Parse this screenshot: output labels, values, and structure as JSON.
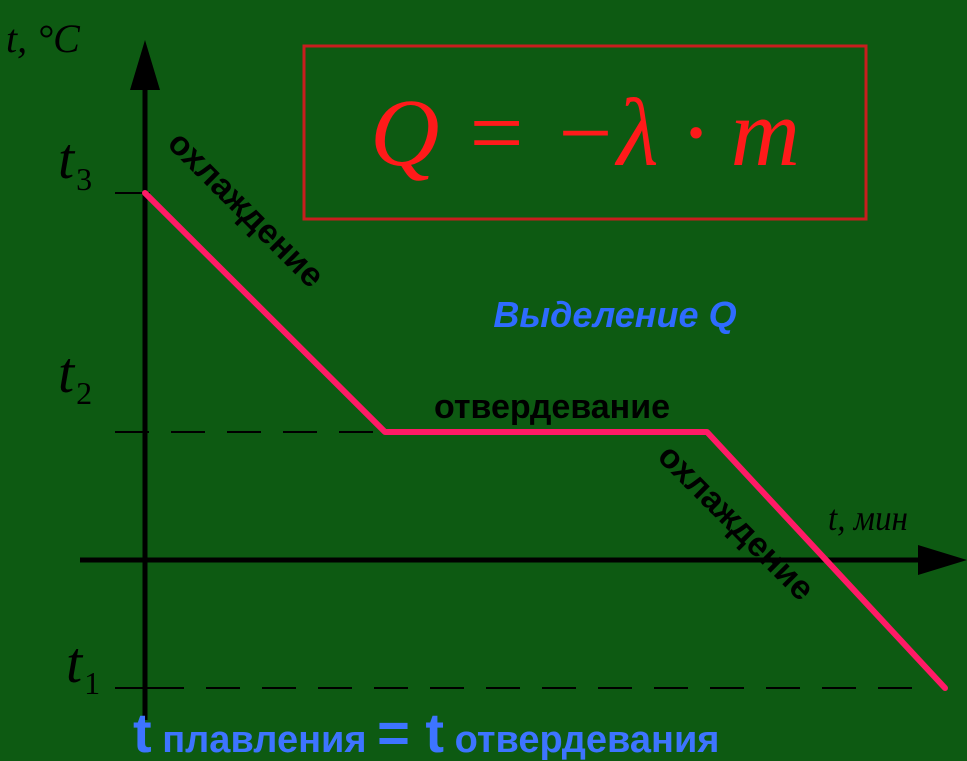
{
  "y_axis": {
    "label_var": "t",
    "label_unit": ", °C"
  },
  "x_axis": {
    "label": "t, мин"
  },
  "y_ticks": [
    {
      "main": "t",
      "sub": "3"
    },
    {
      "main": "t",
      "sub": "2"
    },
    {
      "main": "t",
      "sub": "1"
    }
  ],
  "formula": "Q = −λ · m",
  "heat_note": "Выделение Q",
  "segments": {
    "cooling_1": "охлаждение",
    "solidification": "отвердевание",
    "cooling_2": "охлаждение"
  },
  "bottom_caption": {
    "t1": "t",
    "word1": " плавления ",
    "eq": "=",
    "t2": " t",
    "word2": " отвердевания"
  },
  "colors": {
    "background": "#0d5a12",
    "curve": "#ff1a66",
    "formula": "#ff1a1a",
    "frame": "#c81e1e",
    "note": "#2e6bff",
    "caption": "#3d74ff",
    "text": "#000000"
  }
}
